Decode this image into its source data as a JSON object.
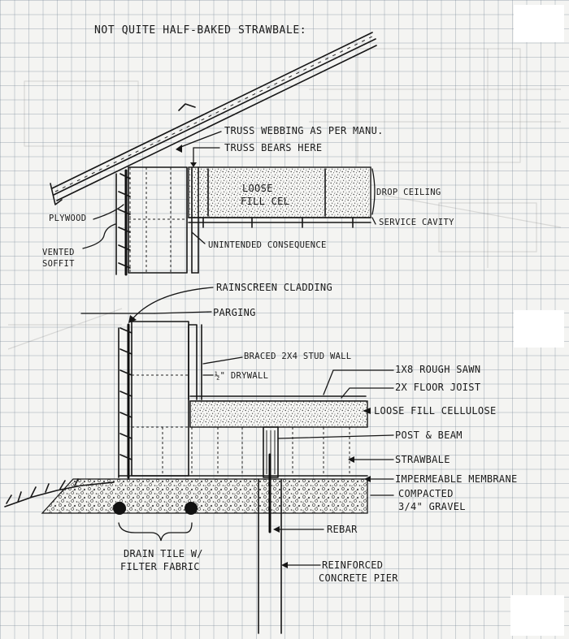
{
  "title": "NOT QUITE HALF-BAKED STRAWBALE:",
  "labels": {
    "truss_webbing": "TRUSS WEBBING AS PER MANU.",
    "truss_bears": "TRUSS BEARS HERE",
    "loose_fill_cel_line1": "LOOSE",
    "loose_fill_cel_line2": "FILL CEL",
    "drop_ceiling": "DROP CEILING",
    "service_cavity": "SERVICE CAVITY",
    "plywood": "PLYWOOD",
    "vented_soffit_line1": "VENTED",
    "vented_soffit_line2": "SOFFIT",
    "unintended_consequence": "UNINTENDED CONSEQUENCE",
    "rainscreen_cladding": "RAINSCREEN CLADDING",
    "parging": "PARGING",
    "braced_stud_wall": "BRACED 2X4 STUD WALL",
    "drywall": "½\" DRYWALL",
    "rough_sawn": "1X8 ROUGH SAWN",
    "floor_joist": "2X FLOOR JOIST",
    "loose_fill_cellulose": "LOOSE FILL CELLULOSE",
    "post_beam": "POST & BEAM",
    "strawbale": "STRAWBALE",
    "impermeable_membrane": "IMPERMEABLE MEMBRANE",
    "compacted_line1": "COMPACTED",
    "compacted_line2": "3/4\" GRAVEL",
    "rebar": "REBAR",
    "drain_tile_line1": "DRAIN TILE W/",
    "drain_tile_line2": "FILTER FABRIC",
    "reinforced_line1": "REINFORCED",
    "reinforced_line2": "CONCRETE PIER"
  }
}
